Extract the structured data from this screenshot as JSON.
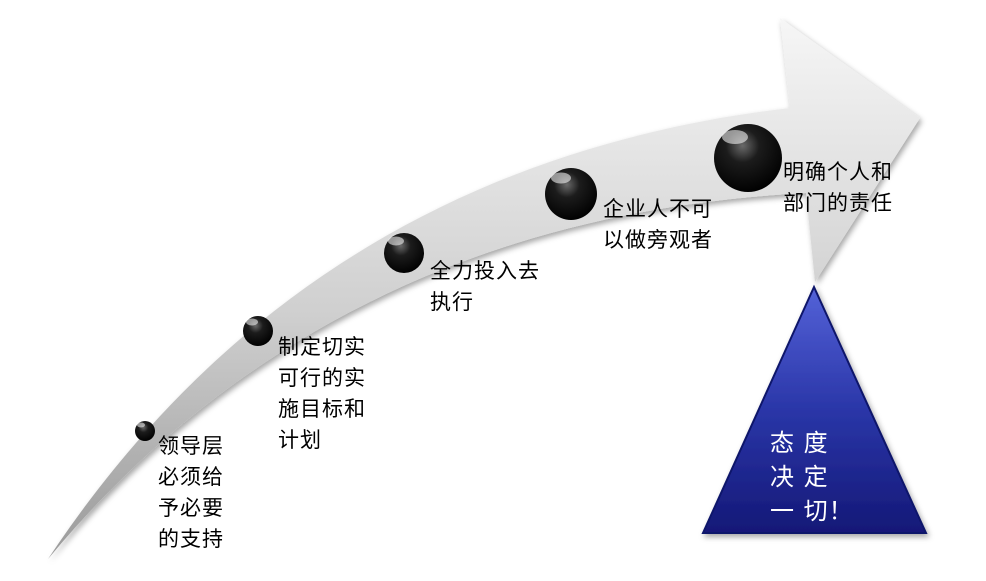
{
  "diagram": {
    "steps": [
      {
        "label": "领导层\n必须给\n予必要\n的支持"
      },
      {
        "label": "制定切实\n可行的实\n施目标和\n计划"
      },
      {
        "label": "全力投入去\n执行"
      },
      {
        "label": "企业人不可\n以做旁观者"
      },
      {
        "label": "明确个人和\n部门的责任"
      }
    ],
    "triangle": {
      "line1": "态 度",
      "line2": "决 定",
      "line3": "一 切！"
    },
    "colors": {
      "arrow_light": "#f4f4f4",
      "arrow_dark": "#9c9c9c",
      "bullet": "#000000",
      "triangle_light": "#4a58d0",
      "triangle_dark": "#161a7a",
      "triangle_text": "#ffffff"
    }
  }
}
